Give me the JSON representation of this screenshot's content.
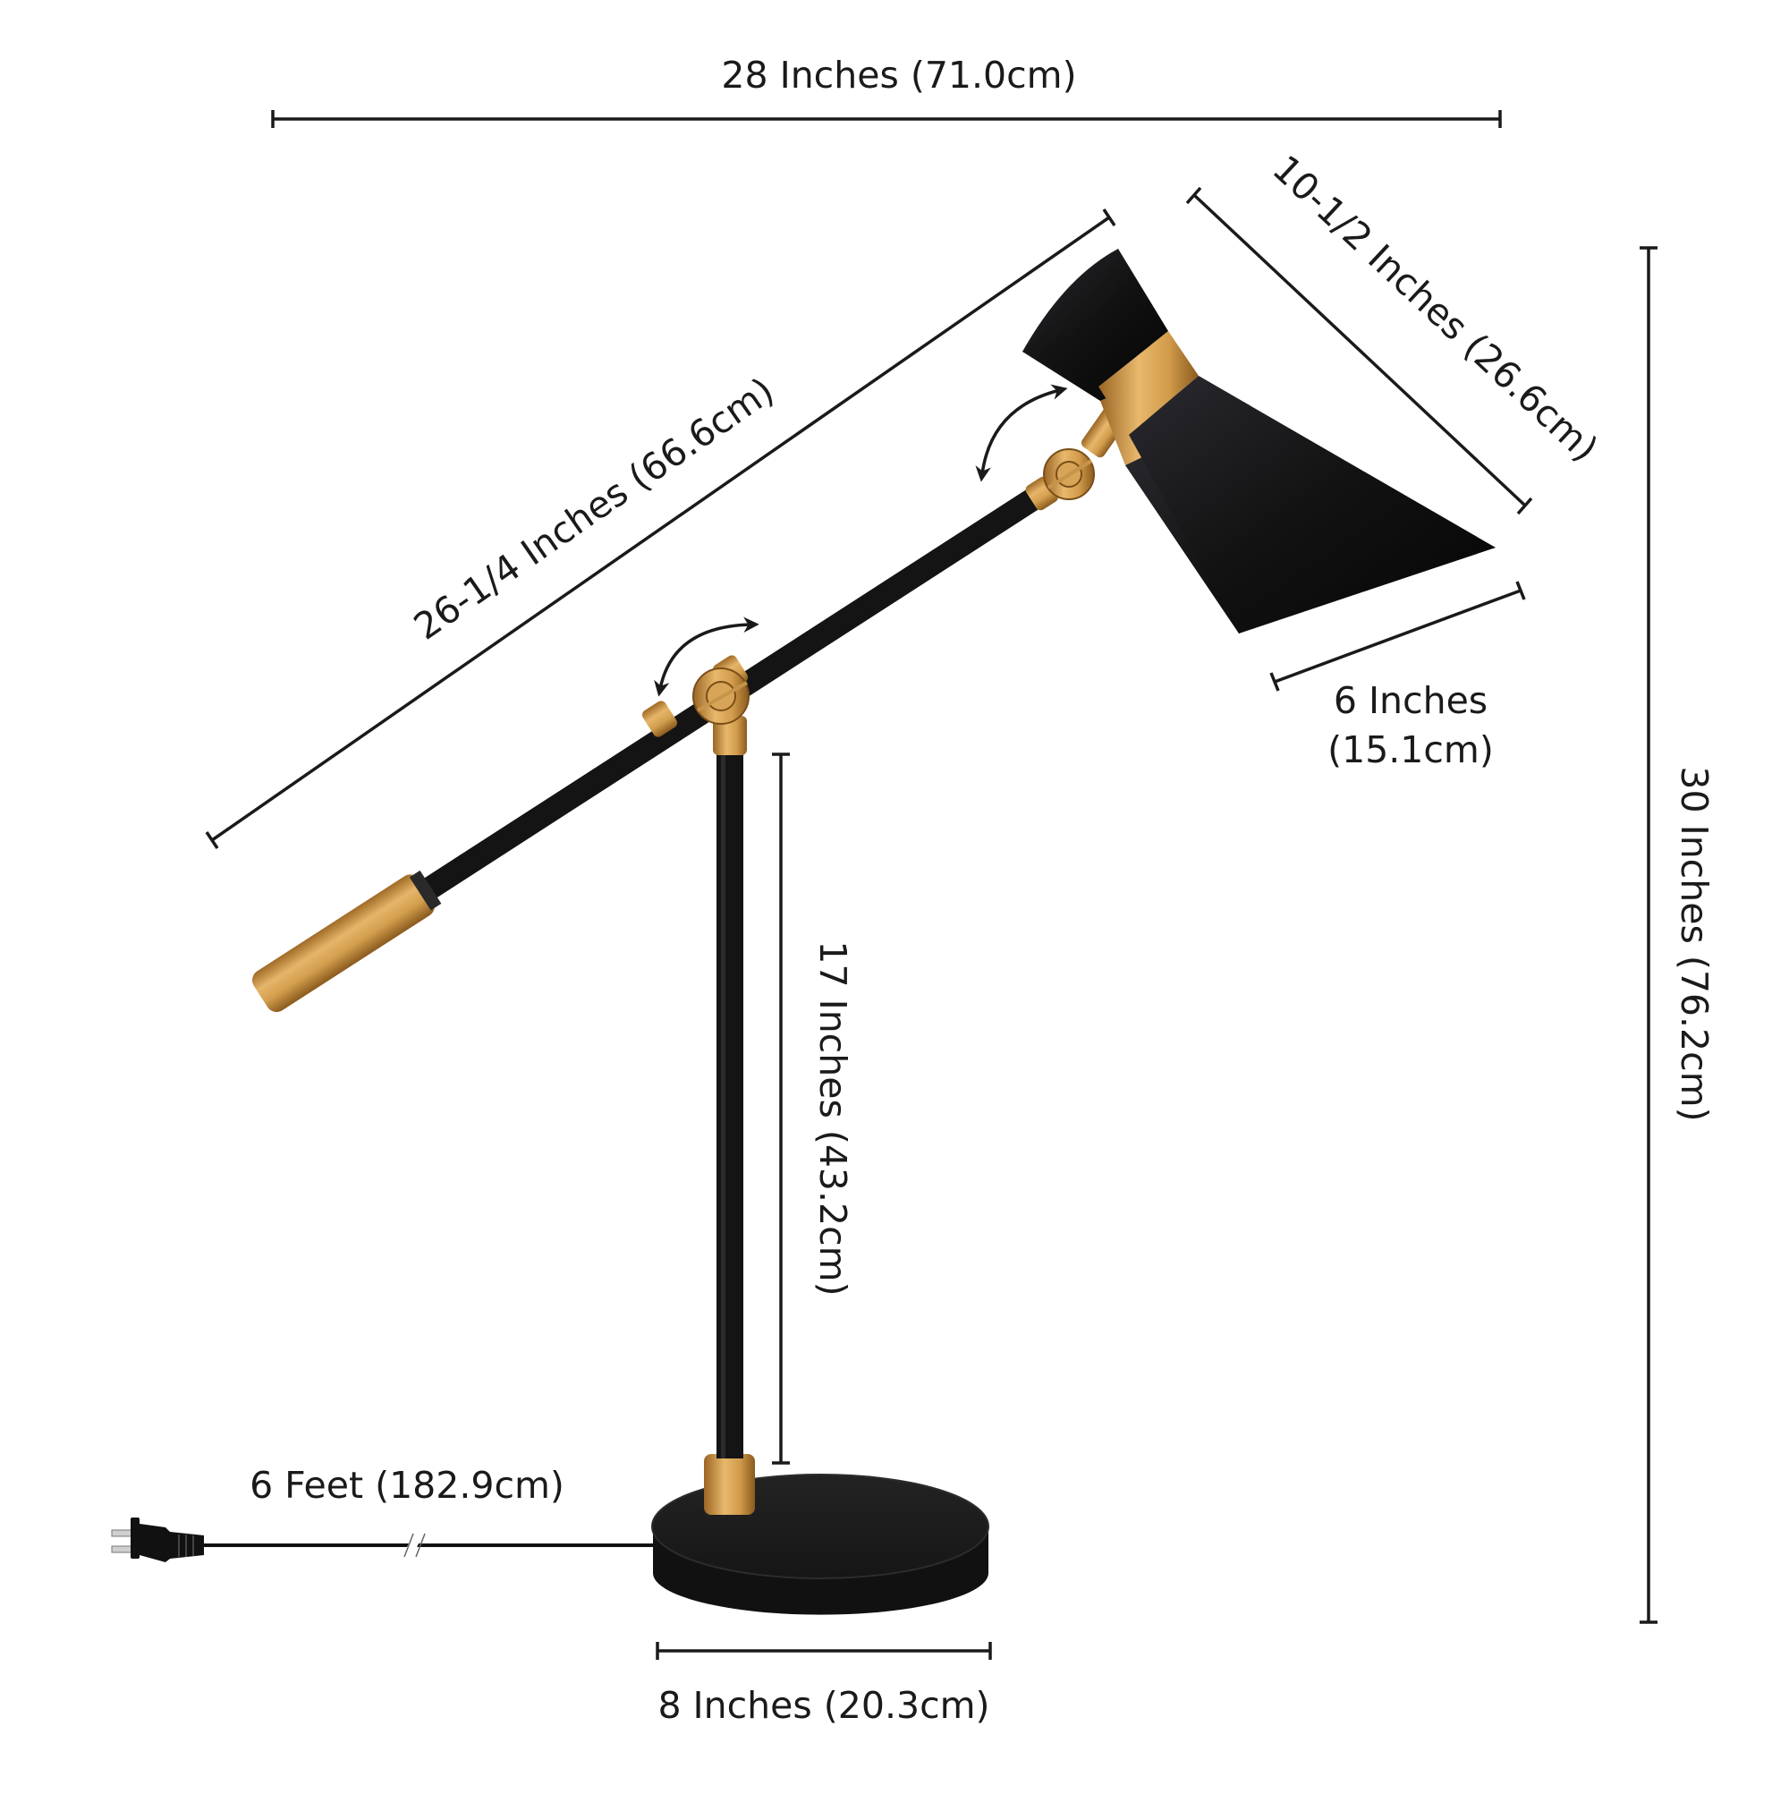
{
  "figure": {
    "subject": "Adjustable boom arm desk lamp with black finish and brass accents",
    "colors": {
      "background": "#ffffff",
      "lamp_black": "#141414",
      "brass": "#c8913f",
      "brass_light": "#e3b469",
      "dimension_line": "#1a1a1a"
    }
  },
  "dimensions": {
    "overall_width": {
      "label": "28 Inches (71.0cm)",
      "inches": 28,
      "cm": 71.0
    },
    "overall_height": {
      "label": "30 Inches (76.2cm)",
      "inches": 30,
      "cm": 76.2
    },
    "arm_length": {
      "label": "26-1/4 Inches (66.6cm)",
      "inches": 26.25,
      "cm": 66.6
    },
    "shade_length": {
      "label": "10-1/2 Inches (26.6cm)",
      "inches": 10.5,
      "cm": 26.6
    },
    "shade_diameter": {
      "label_line1": "6 Inches",
      "label_line2": "(15.1cm)",
      "inches": 6,
      "cm": 15.1
    },
    "stem_height": {
      "label": "17 Inches (43.2cm)",
      "inches": 17,
      "cm": 43.2
    },
    "base_diameter": {
      "label": "8 Inches (20.3cm)",
      "inches": 8,
      "cm": 20.3
    },
    "cord_length": {
      "label": "6 Feet (182.9cm)",
      "feet": 6,
      "cm": 182.9
    }
  },
  "annotations": {
    "arm_pivot": "rotate-arrows",
    "shade_pivot": "rotate-arrows"
  }
}
